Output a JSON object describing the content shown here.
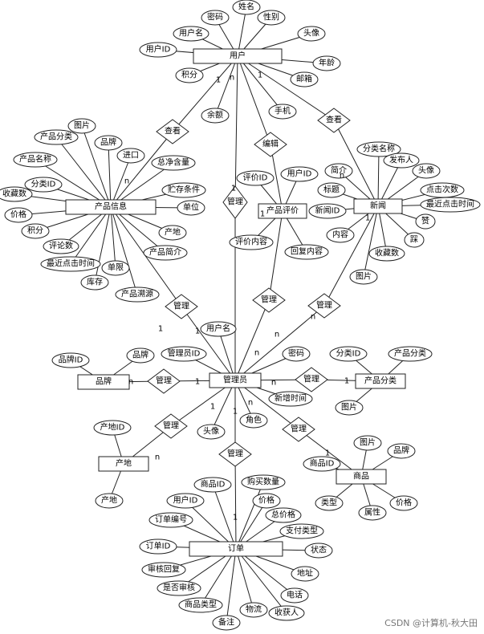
{
  "diagram": {
    "entities": {
      "user": "用户",
      "product_info": "产品信息",
      "product_review": "产品评价",
      "news": "新闻",
      "admin": "管理员",
      "brand": "品牌",
      "product_category": "产品分类",
      "origin": "产地",
      "goods": "商品",
      "order": "订单"
    },
    "relationships": {
      "view_product": "查看",
      "view_news": "查看",
      "edit_review": "编辑",
      "manage_user": "管理",
      "manage_product": "管理",
      "manage_review": "管理",
      "manage_news": "管理",
      "manage_brand": "管理",
      "manage_category": "管理",
      "manage_origin": "管理",
      "manage_order": "管理",
      "manage_goods": "管理"
    },
    "attributes": {
      "user": [
        "姓名",
        "密码",
        "性别",
        "用户名",
        "头像",
        "用户ID",
        "年龄",
        "积分",
        "邮箱",
        "余额",
        "手机"
      ],
      "product_info": [
        "图片",
        "产品分类",
        "品牌",
        "进口",
        "产品名称",
        "分类ID",
        "总净含量",
        "贮存条件",
        "收藏数",
        "单位",
        "价格",
        "积分",
        "产地",
        "评论数",
        "产品简介",
        "最近点击时间",
        "单限",
        "库存",
        "产品溯源"
      ],
      "product_review": [
        "评价ID",
        "用户ID",
        "评价内容",
        "回复内容"
      ],
      "news": [
        "分类名称",
        "简介",
        "发布人",
        "头像",
        "标题",
        "点击次数",
        "新闻ID",
        "最近点击时间",
        "内容",
        "赞",
        "踩",
        "收藏数",
        "图片"
      ],
      "admin": [
        "用户名",
        "管理员ID",
        "密码",
        "新增时间",
        "头像",
        "角色"
      ],
      "brand": [
        "品牌ID",
        "品牌"
      ],
      "product_category": [
        "分类ID",
        "产品分类",
        "图片"
      ],
      "origin": [
        "产地ID",
        "产地"
      ],
      "goods": [
        "图片",
        "品牌",
        "商品ID",
        "类型",
        "属性",
        "价格"
      ],
      "order": [
        "商品ID",
        "购买数量",
        "用户ID",
        "价格",
        "订单编号",
        "总价格",
        "支付类型",
        "订单ID",
        "状态",
        "审核回复",
        "地址",
        "是否审核",
        "电话",
        "商品类型",
        "物流",
        "收获人",
        "备注"
      ]
    },
    "cardinalities": [
      "1",
      "n",
      "1",
      "n",
      "1",
      "n",
      "1",
      "1",
      "n",
      "1",
      "n",
      "1",
      "n",
      "1",
      "n",
      "1",
      "1",
      "n",
      "1",
      "1",
      "n",
      "1",
      "n"
    ]
  },
  "watermark": "CSDN @计算机-秋大田"
}
